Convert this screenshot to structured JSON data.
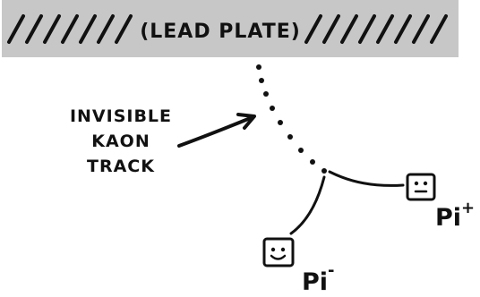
{
  "plate": {
    "label": "(LEAD PLATE)"
  },
  "annotation": {
    "line1": "INVISIBLE",
    "line2": "KAON",
    "line3": "TRACK"
  },
  "particles": {
    "pi_plus": {
      "base": "Pi",
      "charge": "+"
    },
    "pi_minus": {
      "base": "Pi",
      "charge": "-"
    }
  },
  "colors": {
    "plate_fill": "#c7c7c7",
    "ink": "#111111",
    "background": "#ffffff"
  },
  "icons": {
    "pi_plus": "neutral-face-box-icon",
    "pi_minus": "smiling-face-box-icon"
  }
}
